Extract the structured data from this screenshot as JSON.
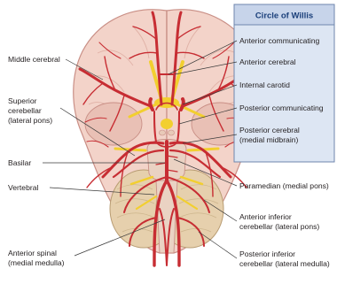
{
  "legend": {
    "title": "Circle of Willis"
  },
  "labels": {
    "left": [
      [
        "Middle cerebral"
      ],
      [
        "Superior",
        "cerebellar",
        "(lateral pons)"
      ],
      [
        "Basilar"
      ],
      [
        "Vertebral"
      ],
      [
        "Anterior spinal",
        "(medial medulla)"
      ]
    ],
    "right": [
      [
        "Anterior communicating"
      ],
      [
        "Anterior cerebral"
      ],
      [
        "Internal carotid"
      ],
      [
        "Posterior communicating"
      ],
      [
        "Posterior cerebral",
        "(medial midbrain)"
      ],
      [
        "Paramedian (medial pons)"
      ],
      [
        "Anterior inferior",
        "cerebellar (lateral pons)"
      ],
      [
        "Posterior inferior",
        "cerebellar (lateral medulla)"
      ]
    ]
  },
  "colors": {
    "artery": "#c72d33",
    "brain": "#f3d3c9",
    "brain_outline": "#c98f86",
    "cerebellum": "#e6d0ad",
    "nerve": "#f2cf2f",
    "legend_fill": "#dde6f3",
    "legend_border": "#6f86ad",
    "legend_title_text": "#1a3f7a"
  }
}
